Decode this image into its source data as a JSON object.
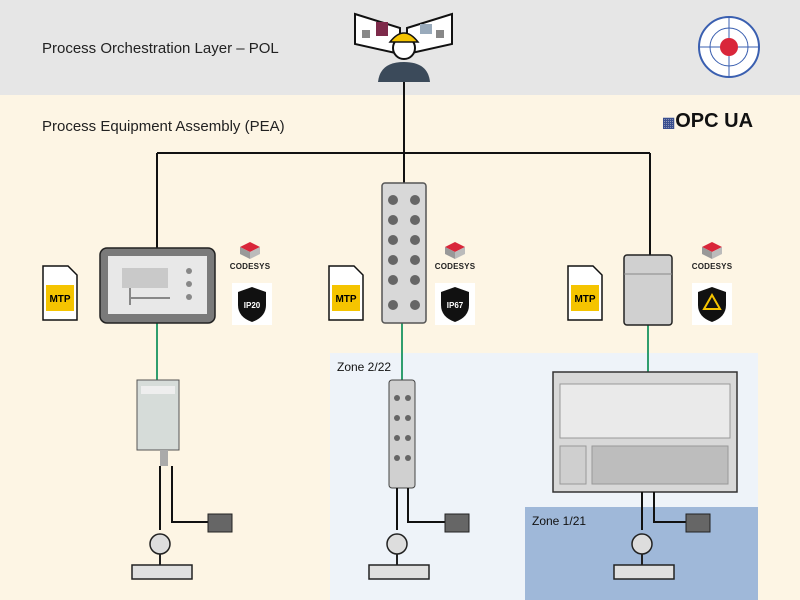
{
  "pol": {
    "title": "Process Orchestration Layer – POL"
  },
  "pea": {
    "title": "Process Equipment Assembly (PEA)"
  },
  "zones": [
    {
      "label": "Zone 2/22"
    },
    {
      "label": "Zone 1/21"
    }
  ],
  "badges": {
    "mtp": "MTP",
    "codesys": "CODESYS",
    "ip_ratings": [
      "IP20",
      "IP67"
    ],
    "opcua": "OPC UA"
  },
  "colors": {
    "pol_bg": "#e6e6e6",
    "pea_bg": "#fdf5e4",
    "zone2_bg": "#eef3f9",
    "zone1_bg": "#9fb8d9",
    "link": "#2f9e6e",
    "mtp_yellow": "#f5c400"
  }
}
